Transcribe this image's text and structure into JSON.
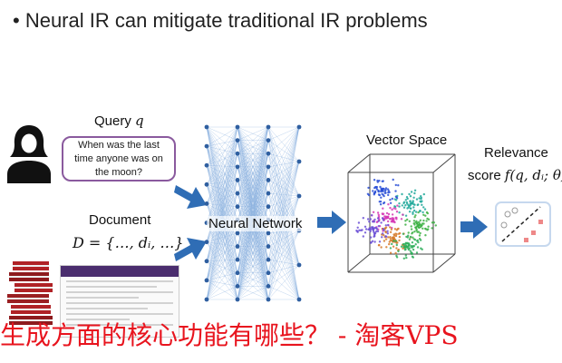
{
  "bullet": {
    "glyph": "•",
    "text": "Neural IR can mitigate traditional IR problems"
  },
  "query": {
    "label": "Query ",
    "var": "q",
    "bubble_text": "When was the last time anyone was on the moon?"
  },
  "document": {
    "label": "Document",
    "formula": "D = {…, dᵢ, …}"
  },
  "network": {
    "label": "Neural Network"
  },
  "vector_space": {
    "label": "Vector Space"
  },
  "relevance": {
    "line1": "Relevance",
    "line2": "score ",
    "formula": "f(q, dᵢ; θ)"
  },
  "watermark": {
    "text": "生成方面的核心功能有哪些？ - 淘客VPS"
  },
  "colors": {
    "arrow": "#2f6db5",
    "bubble_border": "#8a5a9e",
    "watermark": "#e8141e",
    "network": "#6a9bd6"
  },
  "icons": [
    "person-icon",
    "book-stack-icon",
    "document-page-icon",
    "arrow-right-icon",
    "cube-icon",
    "scatter-card-icon"
  ]
}
